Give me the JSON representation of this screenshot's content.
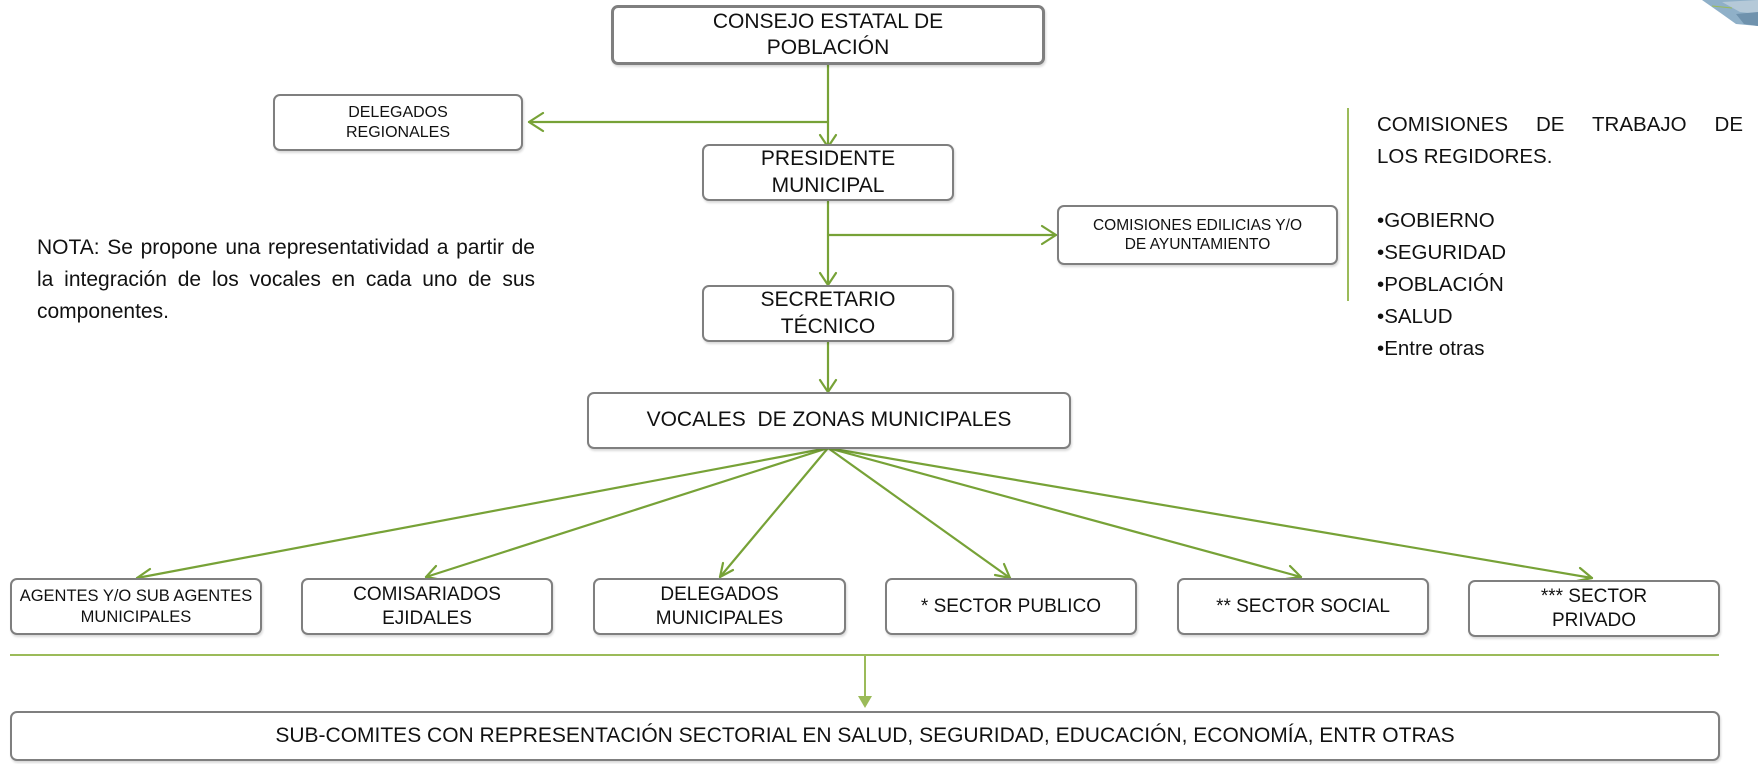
{
  "nodes": {
    "consejo": "CONSEJO ESTATAL DE POBLACIÓN",
    "delegados_regionales": "DELEGADOS REGIONALES",
    "presidente": "PRESIDENTE MUNICIPAL",
    "comisiones_edilicias": "COMISIONES EDILICIAS Y/O DE AYUNTAMIENTO",
    "secretario": "SECRETARIO TÉCNICO",
    "vocales": "VOCALES  DE ZONAS MUNICIPALES",
    "agentes": "AGENTES Y/O SUB AGENTES MUNICIPALES",
    "comisariados": "COMISARIADOS EJIDALES",
    "delegados_municipales": "DELEGADOS MUNICIPALES",
    "sector_publico": "* SECTOR PUBLICO",
    "sector_social": "** SECTOR SOCIAL",
    "sector_privado": "*** SECTOR PRIVADO",
    "subcomites": "SUB-COMITES CON REPRESENTACIÓN SECTORIAL EN SALUD, SEGURIDAD, EDUCACIÓN, ECONOMÍA, ENTR OTRAS"
  },
  "note": "NOTA: Se propone una representatividad a partir de la integración de los vocales en cada uno de sus componentes.",
  "commissions": {
    "title_line1": "COMISIONES DE TRABAJO DE",
    "title_line2": "LOS REGIDORES.",
    "items": [
      "GOBIERNO",
      "SEGURIDAD",
      "POBLACIÓN",
      "SALUD",
      "Entre otras"
    ]
  },
  "colors": {
    "connector": "#77a237",
    "box_border": "#7f7f7f",
    "separator": "#9bbb59"
  }
}
